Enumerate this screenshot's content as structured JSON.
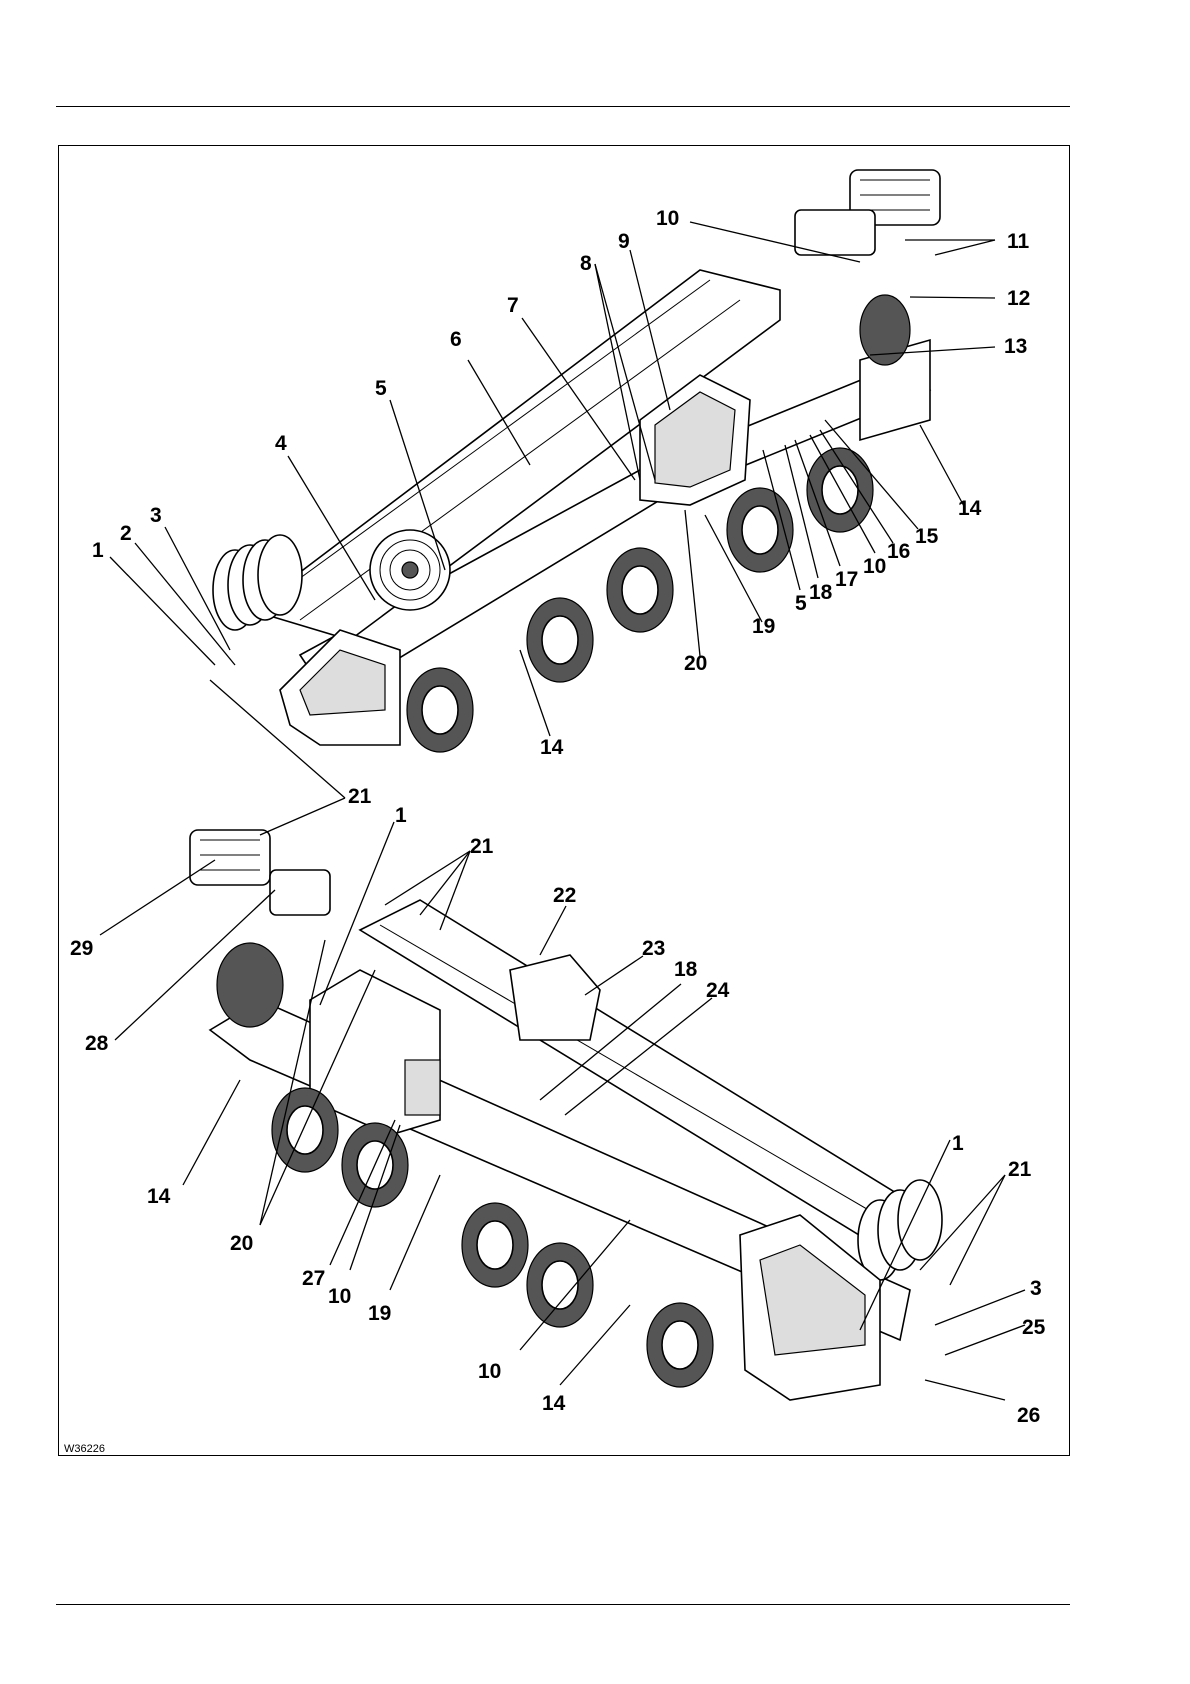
{
  "figure": {
    "id": "W36226",
    "callouts_upper": [
      "1",
      "2",
      "3",
      "4",
      "5",
      "6",
      "7",
      "8",
      "9",
      "10",
      "11",
      "12",
      "13",
      "14",
      "15",
      "16",
      "10",
      "17",
      "18",
      "5",
      "19",
      "20",
      "14",
      "21"
    ],
    "callouts_lower": [
      "1",
      "21",
      "22",
      "23",
      "18",
      "24",
      "29",
      "28",
      "14",
      "20",
      "27",
      "10",
      "19",
      "10",
      "14",
      "1",
      "21",
      "3",
      "25",
      "26"
    ]
  }
}
